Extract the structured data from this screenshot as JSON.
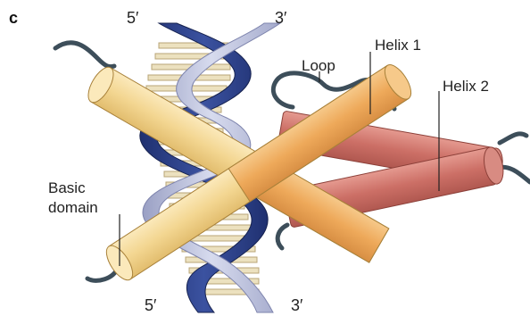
{
  "panel_letter": "c",
  "strand_labels": {
    "top_left": "5′",
    "top_right": "3′",
    "bottom_left": "5′",
    "bottom_right": "3′"
  },
  "annotations": {
    "helix1": "Helix 1",
    "helix2": "Helix 2",
    "loop": "Loop",
    "basic_line1": "Basic",
    "basic_line2": "domain"
  },
  "colors": {
    "dna_strand_blue": "#2a3f86",
    "dna_strand_light": "#b9bed8",
    "base_pair": "#e8dcb7",
    "helix_yellow": "#f3d691",
    "helix_orange": "#eea95a",
    "helix_red": "#cc6f66",
    "polypeptide_chain": "#3d4e5a"
  }
}
